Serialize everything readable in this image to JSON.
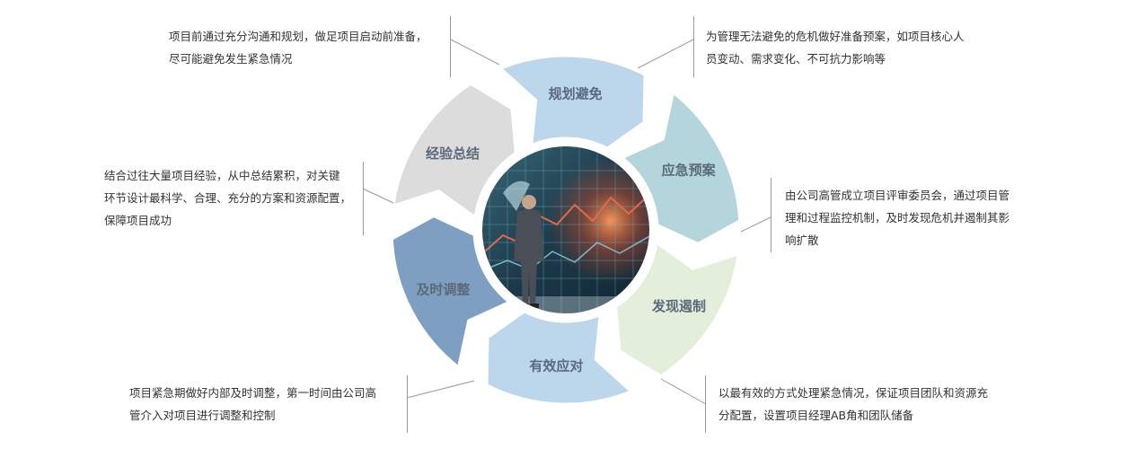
{
  "segments": [
    {
      "label": "规划避免",
      "color": "#bcd6ec"
    },
    {
      "label": "应急预案",
      "color": "#b5d5dc"
    },
    {
      "label": "发现遏制",
      "color": "#e3eedb"
    },
    {
      "label": "有效应对",
      "color": "#bcd6ec"
    },
    {
      "label": "及时调整",
      "color": "#7f9fc2"
    },
    {
      "label": "经验总结",
      "color": "#dcdcdc"
    }
  ],
  "descriptions": {
    "plan_avoid": [
      "项目前通过充分沟通和规划，做足项目启动前准备，",
      "尽可能避免发生紧急情况"
    ],
    "emergency_plan": [
      "为管理无法避免的危机做好准备预案，如项目核心人",
      "员变动、需求变化、不可抗力影响等"
    ],
    "detect_contain": [
      "由公司高管成立项目评审委员会，通过项目管",
      "理和过程监控机制，及时发现危机并遏制其影",
      "响扩散"
    ],
    "effective_response": [
      "以最有效的方式处理紧急情况，保证项目团队和资源充",
      "分配置，设置项目经理AB角和团队储备"
    ],
    "timely_adjust": [
      "项目紧急期做好内部及时调整，第一时间由公司高",
      "管介入对项目进行调整和控制"
    ],
    "experience_summary": [
      "结合过往大量项目经验，从中总结累积，对关键",
      "环节设计最科学、合理、充分的方案和资源配置，",
      "保障项目成功"
    ]
  },
  "colors": {
    "line": "#9a9a9a",
    "label": "#5a6a7a",
    "text": "#333333"
  }
}
